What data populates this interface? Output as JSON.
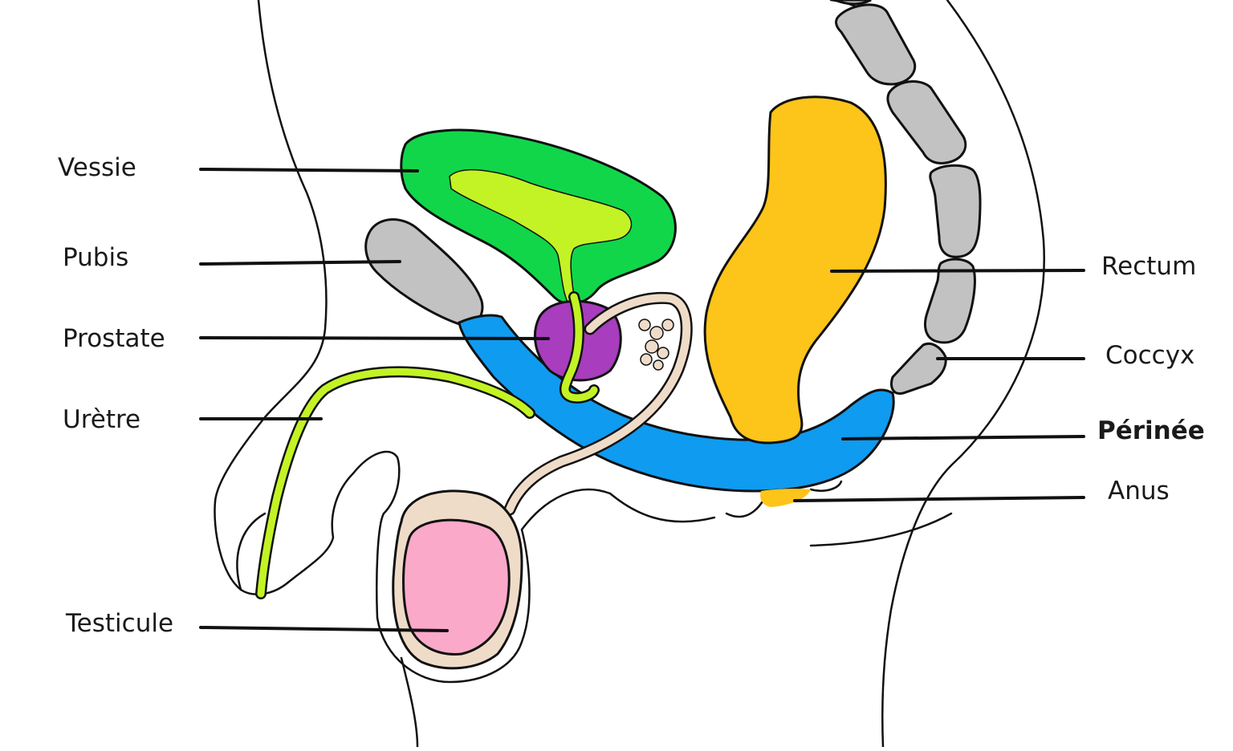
{
  "labels": {
    "vessie": "Vessie",
    "pubis": "Pubis",
    "prostate": "Prostate",
    "uretre": "Urètre",
    "testicule": "Testicule",
    "rectum": "Rectum",
    "coccyx": "Coccyx",
    "perinee": "Périnée",
    "anus": "Anus"
  },
  "colors": {
    "bladder": "#11d64a",
    "bladder_inner": "#c3f324",
    "urethra": "#c3f324",
    "pubis": "#c2c2c2",
    "spine": "#c2c2c2",
    "prostate": "#a83dbd",
    "perineum": "#0f9bf0",
    "rectum": "#fdc419",
    "testicle": "#fba9c8",
    "sheath": "#efdcc8",
    "anus": "#fdc419",
    "outline": "#111111"
  }
}
